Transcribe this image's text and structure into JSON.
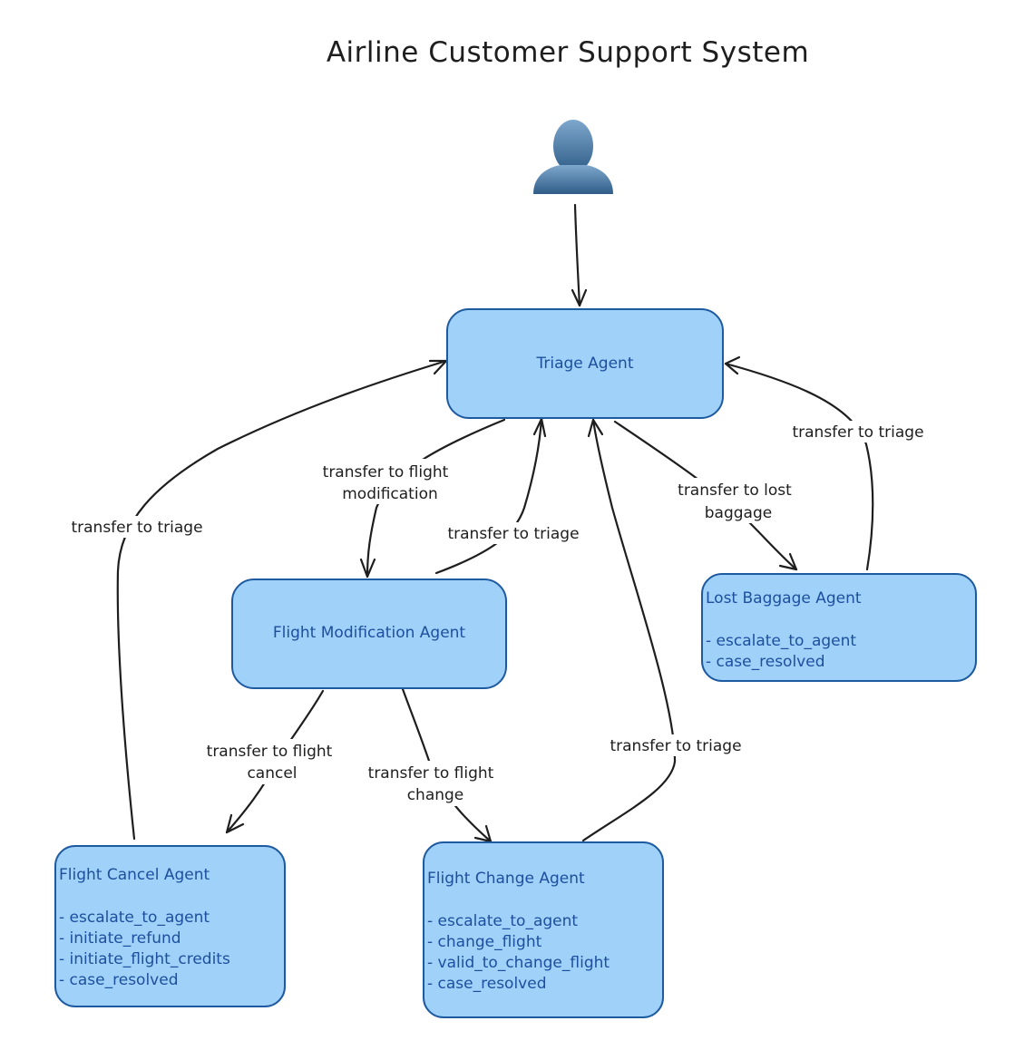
{
  "title": "Airline Customer Support System",
  "user_icon": "user-icon",
  "colors": {
    "node_fill": "#a0d2f9",
    "node_stroke": "#1e5aa0",
    "node_text": "#1d4f9e",
    "edge": "#1e1e1e",
    "user_icon": "#4a7aa6"
  },
  "nodes": {
    "triage": {
      "title": "Triage Agent",
      "items": []
    },
    "flight_modification": {
      "title": "Flight Modification Agent",
      "items": []
    },
    "lost_baggage": {
      "title": "Lost Baggage Agent",
      "items": [
        "- escalate_to_agent",
        "- case_resolved"
      ]
    },
    "flight_cancel": {
      "title": "Flight Cancel Agent",
      "items": [
        "- escalate_to_agent",
        "- initiate_refund",
        "- initiate_flight_credits",
        "- case_resolved"
      ]
    },
    "flight_change": {
      "title": "Flight Change Agent",
      "items": [
        "- escalate_to_agent",
        "- change_flight",
        "- valid_to_change_flight",
        "- case_resolved"
      ]
    }
  },
  "edges": {
    "to_flight_modification": [
      "transfer to flight",
      "modification"
    ],
    "mod_to_triage": [
      "transfer to triage"
    ],
    "to_lost_baggage": [
      "transfer to lost",
      "baggage"
    ],
    "baggage_to_triage": [
      "transfer to triage"
    ],
    "cancel_to_triage": [
      "transfer to triage"
    ],
    "to_flight_cancel": [
      "transfer to flight",
      "cancel"
    ],
    "to_flight_change": [
      "transfer to flight",
      "change"
    ],
    "change_to_triage": [
      "transfer to triage"
    ]
  }
}
